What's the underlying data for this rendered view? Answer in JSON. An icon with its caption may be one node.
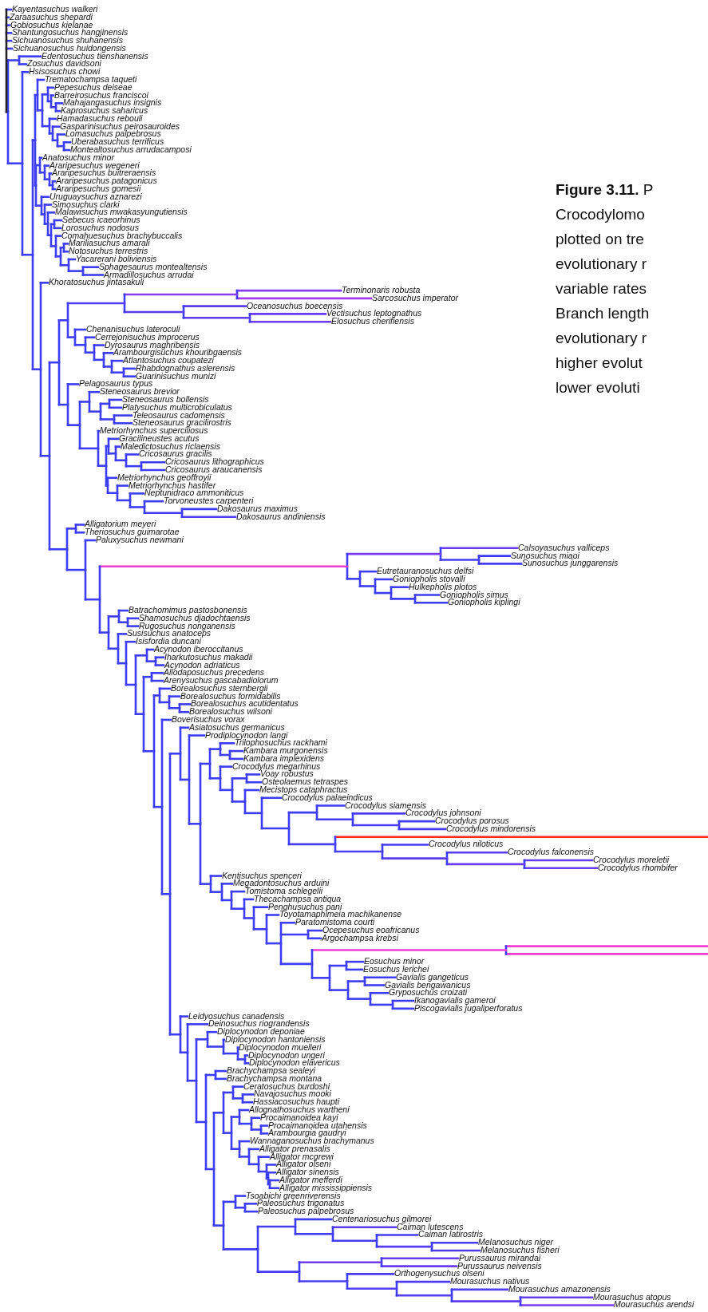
{
  "diagram": {
    "caption": "**Figure 3.11.** P Crocodylomo plotted on tre evolutionary r variable rates Branch length evolutionary r higher evolut lower evoluti",
    "labels": [
      "Kayentasuchus walkeri",
      "Zaraasuchus shepardi",
      "Gobiosuchus kielanae",
      "Shantungosuchus hangjinensis",
      "Sichuanosuchus shuhanensis",
      "Sichuanosuchus huidongensis",
      "Edentosuchus tienshanensis",
      "Zosuchus davidsoni",
      "Hsisosuchus chowi",
      "Trematochampsa taqueti",
      "Pepesuchus deiseae",
      "Barreirosuchus franciscoi",
      "Mahajangasuchus insignis",
      "Kaprosuchus saharicus",
      "Hamadasuchus rebouli",
      "Gasparinisuchus peirosauroides",
      "Lomasuchus palpebrosus",
      "Uberabasuchus terrificus",
      "Montealtosuchus arrudacamposi",
      "Anatosuchus minor",
      "Araripesuchus wegeneri",
      "Araripesuchus buitreraensis",
      "Araripesuchus patagonicus",
      "Araripesuchus gomesii",
      "Uruguaysuchus aznarezi",
      "Simosuchus clarki",
      "Malawisuchus mwakasyungutiensis",
      "Sebecus icaeorhinus",
      "Lorosuchus nodosus",
      "Comahuesuchus brachybuccalis",
      "Mariliasuchus amarali",
      "Notosuchus terrestris",
      "Yacarerani boliviensis",
      "Sphagesaurus montealtensis",
      "Armadillosuchus arrudai",
      "Khoratosuchus jintasakuli",
      "Terminonaris robusta",
      "Sarcosuchus imperator",
      "Oceanosuchus boecensis",
      "Vectisuchus leptognathus",
      "Elosuchus cherifiensis",
      "Chenanisuchus lateroculi",
      "Cerrejonisuchus improcerus",
      "Dyrosaurus maghribensis",
      "Arambourgisuchus khouribgaensis",
      "Atlantosuchus coupatezi",
      "Rhabdognathus aslerensis",
      "Guarinisuchus munizi",
      "Pelagosaurus typus",
      "Steneosaurus brevior",
      "Steneosaurus bollensis",
      "Platysuchus multicrobiculatus",
      "Teleosaurus cadomensis",
      "Steneosaurus gracilirostris",
      "Metriorhynchus superciliosus",
      "Gracilineustes acutus",
      "Maledictosuchus riclaensis",
      "Cricosaurus gracilis",
      "Cricosaurus lithographicus",
      "Cricosaurus araucanensis",
      "Metriorhynchus geoffroyii",
      "Metriorhynchus hastifer",
      "Neptunidraco ammoniticus",
      "Torvoneustes carpenteri",
      "Dakosaurus maximus",
      "Dakosaurus andiniensis",
      "Alligatorium meyeri",
      "Theriosuchus guimarotae",
      "Paluxysuchus newmani",
      "Calsoyasuchus valliceps",
      "Sunosuchus miaoi",
      "Sunosuchus junggarensis",
      "Eutretauranosuchus delfsi",
      "Goniopholis stovalli",
      "Hulkepholis plotos",
      "Goniopholis simus",
      "Goniopholis kiplingi",
      "Batrachomimus pastosbonensis",
      "Shamosuchus djadochtaensis",
      "Rugosuchus nonganensis",
      "Susisuchus anatoceps",
      "Isisfordia duncani",
      "Acynodon iberoccitanus",
      "Iharkutosuchus makadii",
      "Acynodon adriaticus",
      "Allodaposuchus precedens",
      "Arenysuchus gascabadiolorum",
      "Borealosuchus sternbergii",
      "Borealosuchus formidabilis",
      "Borealosuchus acutidentatus",
      "Borealosuchus wilsoni",
      "Boverisuchus vorax",
      "Asiatosuchus germanicus",
      "Prodiplocynodon langi",
      "Trilophosuchus rackhami",
      "Kambara murgonensis",
      "Kambara implexidens",
      "Crocodylus megarhinus",
      "Voay robustus",
      "Osteolaemus tetraspes",
      "Mecistops cataphractus",
      "Crocodylus palaeindicus",
      "Crocodylus siamensis",
      "Crocodylus johnsoni",
      "Crocodylus porosus",
      "Crocodylus mindorensis",
      "Crocodylus niloticus",
      "Crocodylus falconensis",
      "Crocodylus moreletii",
      "Crocodylus rhombifer",
      "Kentisuchus spenceri",
      "Megadontosuchus arduini",
      "Tomistoma schlegelii",
      "Thecachampsa antiqua",
      "Penghusuchus pani",
      "Toyotamaphimeia machikanense",
      "Paratomistoma courti",
      "Ocepesuchus eoafricanus",
      "Argochampsa krebsi",
      "Eosuchus minor",
      "Eosuchus lerichei",
      "Gavialis gangeticus",
      "Gavialis bengawanicus",
      "Gryposuchus croizati",
      "Ikanogavialis gameroi",
      "Piscogavialis jugaliperforatus",
      "Leidyosuchus canadensis",
      "Deinosuchus riograndensis",
      "Diplocynodon deponiae",
      "Diplocynodon hantoniensis",
      "Diplocynodon muelleri",
      "Diplocynodon ungeri",
      "Diplocynodon elavericus",
      "Brachychampsa sealeyi",
      "Brachychampsa montana",
      "Ceratosuchus burdoshi",
      "Navajosuchus mooki",
      "Hassiacosuchus haupti",
      "Allognathosuchus wartheni",
      "Procaimanoidea kayi",
      "Procaimanoidea utahensis",
      "Arambourgia gaudryi",
      "Wannaganosuchus brachymanus",
      "Alligator prenasalis",
      "Alligator mcgrewi",
      "Alligator olseni",
      "Alligator sinensis",
      "Alligator mefferdi",
      "Alligator mississippiensis",
      "Tsoabichi greenriverensis",
      "Paleosuchus trigonatus",
      "Paleosuchus palpebrosus",
      "Centenariosuchus gilmorei",
      "Caiman lutescens",
      "Caiman latirostris",
      "Melanosuchus niger",
      "Melanosuchus fisheri",
      "Purussaurus mirandai",
      "Purussaurus neivensis",
      "Orthogenysuchus olseni",
      "Mourasuchus nativus",
      "Mourasuchus amazonensis",
      "Mourasuchus atopus",
      "Mourasuchus arendsi"
    ]
  }
}
